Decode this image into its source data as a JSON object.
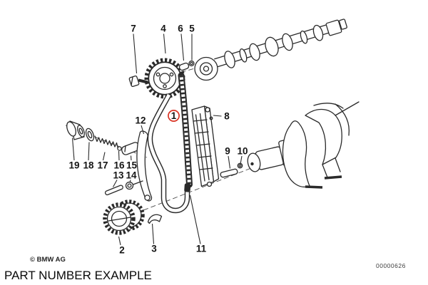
{
  "page": {
    "caption": "PART NUMBER EXAMPLE",
    "copyright": "© BMW AG",
    "doc_number": "00000626"
  },
  "diagram": {
    "type": "exploded-parts-diagram",
    "subject": "timing-chain-and-sprockets",
    "background_color": "#ffffff",
    "line_color": "#2a2a2a",
    "highlight_color": "#d93425",
    "highlighted_callout": "1",
    "callouts": [
      {
        "label": "1",
        "highlighted": true
      },
      {
        "label": "2",
        "highlighted": false
      },
      {
        "label": "3",
        "highlighted": false
      },
      {
        "label": "4",
        "highlighted": false
      },
      {
        "label": "5",
        "highlighted": false
      },
      {
        "label": "6",
        "highlighted": false
      },
      {
        "label": "7",
        "highlighted": false
      },
      {
        "label": "8",
        "highlighted": false
      },
      {
        "label": "9",
        "highlighted": false
      },
      {
        "label": "10",
        "highlighted": false
      },
      {
        "label": "11",
        "highlighted": false
      },
      {
        "label": "12",
        "highlighted": false
      },
      {
        "label": "13",
        "highlighted": false
      },
      {
        "label": "14",
        "highlighted": false
      },
      {
        "label": "15",
        "highlighted": false
      },
      {
        "label": "16",
        "highlighted": false
      },
      {
        "label": "17",
        "highlighted": false
      },
      {
        "label": "18",
        "highlighted": false
      },
      {
        "label": "19",
        "highlighted": false
      }
    ]
  }
}
